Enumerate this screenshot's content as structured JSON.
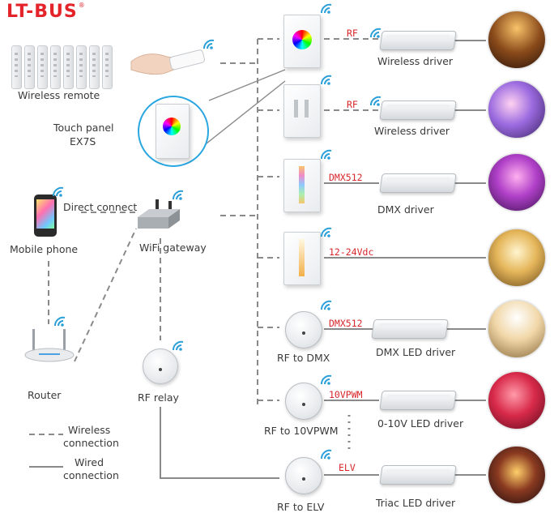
{
  "logo": {
    "brand": "LT-BUS",
    "mark": "®"
  },
  "labels": {
    "wireless_remote": "Wireless remote",
    "touch_panel_line1": "Touch panel",
    "touch_panel_line2": "EX7S",
    "direct_connect": "Direct connect",
    "mobile_phone": "Mobile phone",
    "wifi_gateway": "WiFi gateway",
    "router": "Router",
    "rf_relay": "RF relay",
    "wireless_driver_1": "Wireless driver",
    "wireless_driver_2": "Wireless driver",
    "dmx_driver": "DMX driver",
    "rf_to_dmx": "RF to DMX",
    "dmx_led_driver": "DMX LED driver",
    "rf_to_10vpwm": "RF to 10VPWM",
    "led_driver_0_10v": "0-10V LED driver",
    "rf_to_elv": "RF to ELV",
    "triac_led_driver": "Triac LED driver"
  },
  "signals": {
    "rf_1": "RF",
    "rf_2": "RF",
    "dmx512_1": "DMX512",
    "vdc": "12-24Vdc",
    "dmx512_2": "DMX512",
    "vpwm": "10VPWM",
    "elv": "ELV"
  },
  "legend": {
    "wireless_line1": "Wireless",
    "wireless_line2": "connection",
    "wired_line1": "Wired",
    "wired_line2": "connection"
  },
  "colors": {
    "brand_red": "#e3242b",
    "signal_red": "#d8262b",
    "wifi_blue": "#2a9fd8",
    "line_gray": "#888888"
  },
  "icons": [
    "wifi-icon",
    "remote-control-icon",
    "hand-icon",
    "touch-panel-icon",
    "smartphone-icon",
    "gateway-icon",
    "router-icon",
    "relay-icon",
    "led-driver-icon",
    "room-photo-icon"
  ]
}
